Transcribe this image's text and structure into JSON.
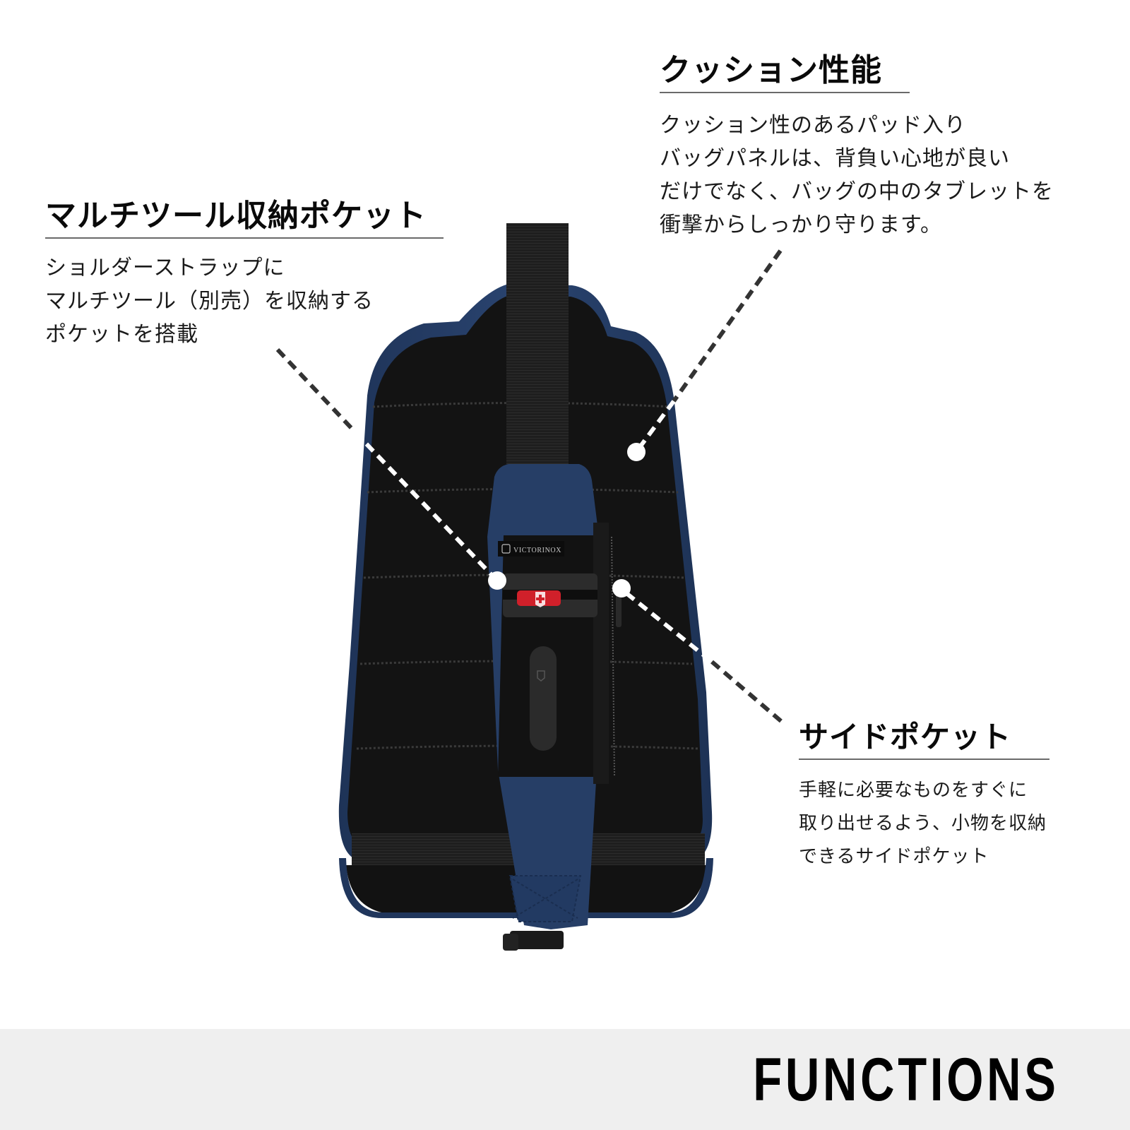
{
  "features": {
    "cushion": {
      "title": "クッション性能",
      "lines": [
        "クッション性のあるパッド入り",
        "バッグパネルは、背負い心地が良い",
        "だけでなく、バッグの中のタブレットを",
        "衝撃からしっかり守ります。"
      ]
    },
    "multitool": {
      "title": "マルチツール収納ポケット",
      "lines": [
        "ショルダーストラップに",
        "マルチツール（別売）を収納する",
        "ポケットを搭載"
      ]
    },
    "side_pocket": {
      "title": "サイドポケット",
      "lines": [
        "手軽に必要なものをすぐに",
        "取り出せるよう、小物を収納",
        "できるサイドポケット"
      ]
    }
  },
  "product": {
    "brand_label": "VICTORINOX",
    "colors": {
      "navy": "#233a60",
      "panel": "#161616",
      "strap": "#1c1c1c",
      "knife_red": "#d0202a"
    }
  },
  "footer": {
    "title": "FUNCTIONS"
  }
}
